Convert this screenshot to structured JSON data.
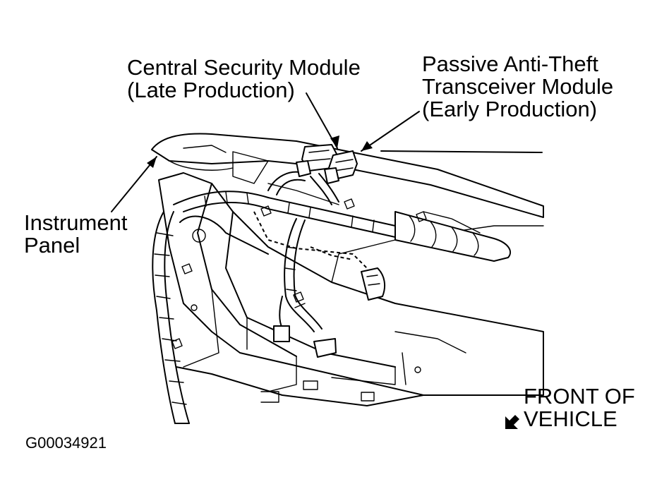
{
  "labels": {
    "csm": [
      "Central Security Module",
      "(Late Production)"
    ],
    "pats": [
      "Passive Anti-Theft",
      "Transceiver Module",
      "(Early Production)"
    ],
    "panel": [
      "Instrument",
      "Panel"
    ],
    "front": [
      "FRONT OF",
      "VEHICLE"
    ]
  },
  "figure_id": "G00034921"
}
